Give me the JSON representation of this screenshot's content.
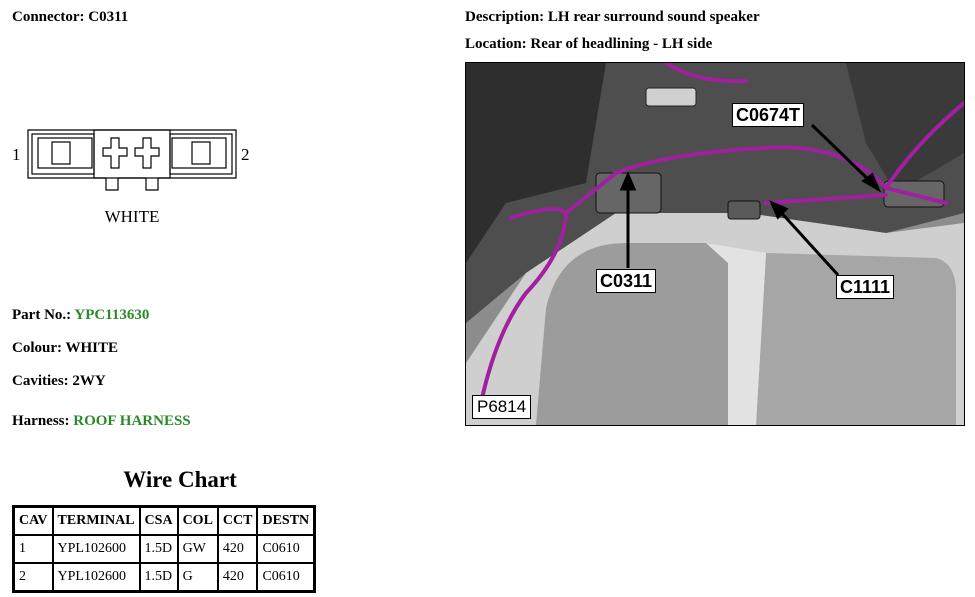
{
  "connector": {
    "label": "Connector:",
    "value": "C0311"
  },
  "drawing": {
    "pin_left": "1",
    "pin_right": "2",
    "housing_colour": "WHITE"
  },
  "description": {
    "label": "Description:",
    "value": "LH rear surround sound speaker"
  },
  "location": {
    "label": "Location:",
    "value": "Rear of headlining - LH side"
  },
  "part_no": {
    "label": "Part No.:",
    "value": "YPC113630"
  },
  "colour": {
    "label": "Colour:",
    "value": "WHITE"
  },
  "cavities": {
    "label": "Cavities:",
    "value": "2WY"
  },
  "harness": {
    "label": "Harness:",
    "value": "ROOF HARNESS"
  },
  "wire_chart": {
    "title": "Wire Chart",
    "headers": [
      "CAV",
      "TERMINAL",
      "CSA",
      "COL",
      "CCT",
      "DESTN"
    ],
    "rows": [
      [
        "1",
        "YPL102600",
        "1.5D",
        "GW",
        "420",
        "C0610"
      ],
      [
        "2",
        "YPL102600",
        "1.5D",
        "G",
        "420",
        "C0610"
      ]
    ]
  },
  "photo": {
    "callouts": [
      "C0674T",
      "C0311",
      "C1111"
    ],
    "figure_code": "P6814"
  },
  "colors": {
    "link_green": "#2a8a2a",
    "harness_purple": "#a020a0"
  }
}
